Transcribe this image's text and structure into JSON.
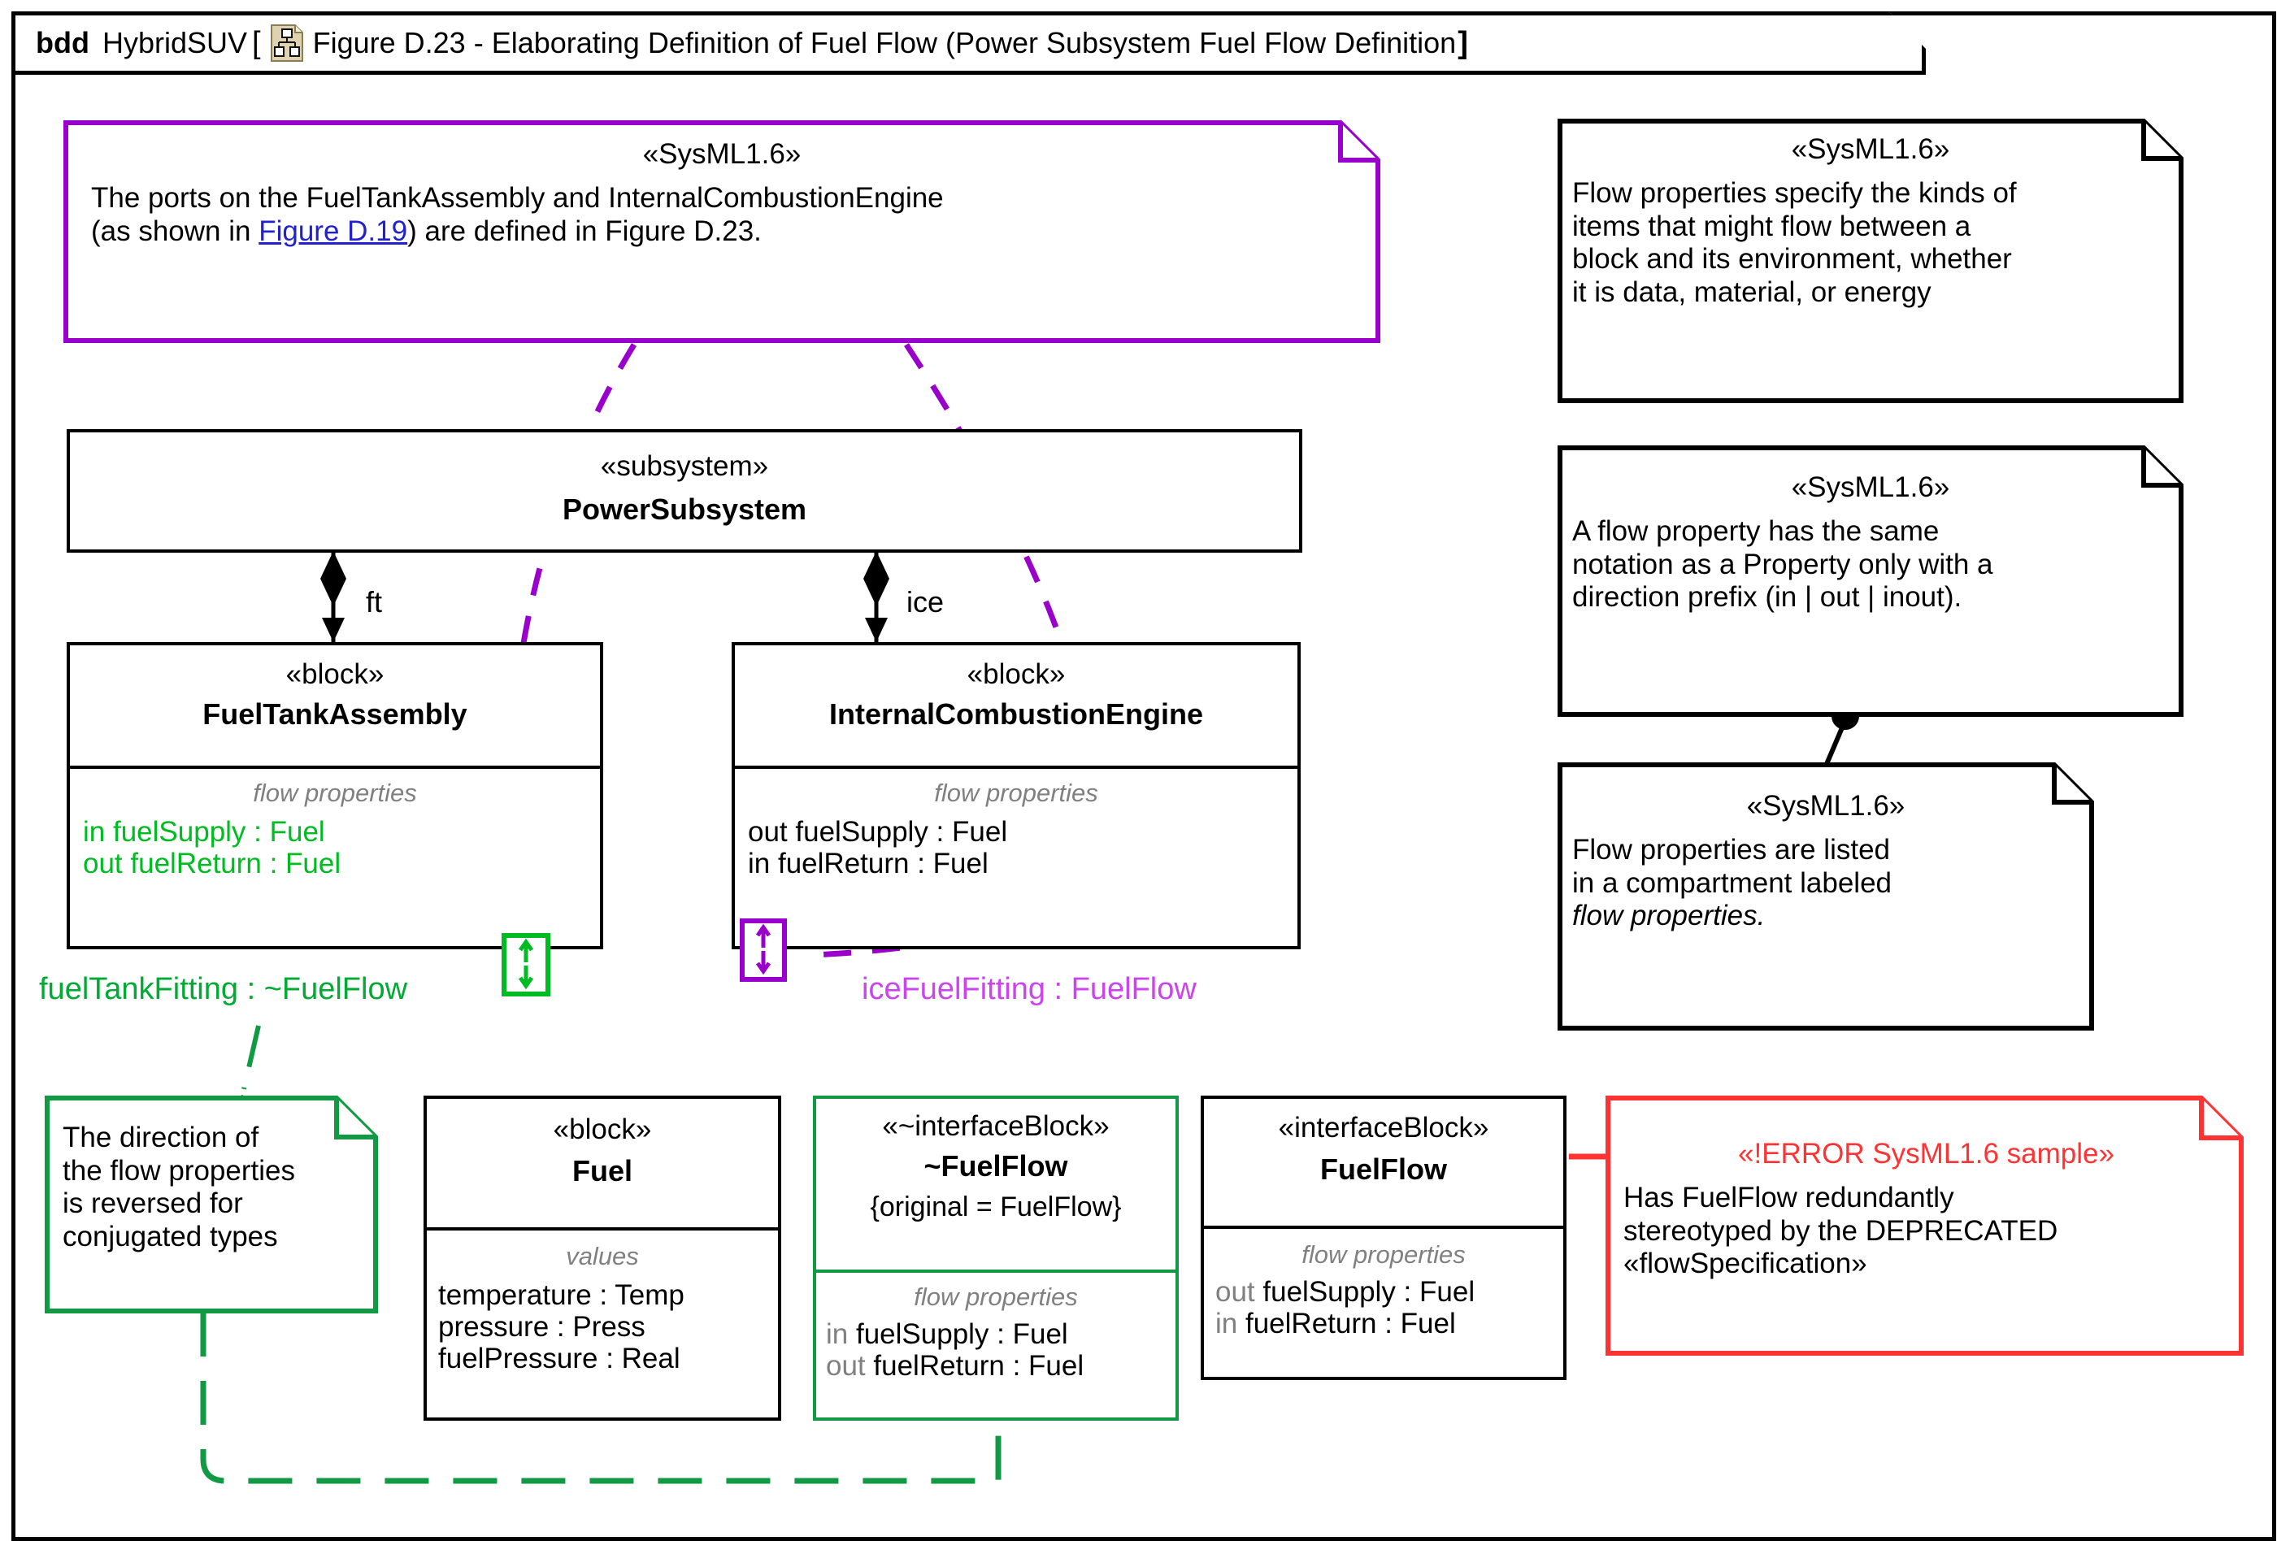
{
  "header": {
    "kind": "bdd",
    "model": "HybridSUV",
    "bracket_open": "[",
    "icon": "bdd-diagram-icon",
    "title": "Figure D.23 - Elaborating Definition of Fuel Flow (Power Subsystem Fuel Flow Definition",
    "bracket_close": "]"
  },
  "colors": {
    "purple": "#9900cc",
    "magenta": "#cc44ee",
    "green_bright": "#00bb22",
    "green_note": "#119944",
    "red": "#ff3333",
    "gray": "#808080",
    "black": "#000000",
    "link_blue": "#2222cc"
  },
  "notes": {
    "ports_note": {
      "stereotype": "«SysML1.6»",
      "line1_a": "The ports on the FuelTankAssembly and InternalCombustionEngine",
      "line2_a": "(as shown in ",
      "line2_link": "Figure D.19",
      "line2_b": ") are defined in Figure D.23."
    },
    "flow_kinds": {
      "stereotype": "«SysML1.6»",
      "l1": "Flow properties specify the kinds of",
      "l2": "items that might flow between a",
      "l3": "block and its environment, whether",
      "l4": "it is data, material, or energy"
    },
    "flow_notation": {
      "stereotype": "«SysML1.6»",
      "l1": "A flow property has the same",
      "l2": "notation as a Property only with a",
      "l3": "direction prefix (in | out | inout)."
    },
    "flow_compartment": {
      "stereotype": "«SysML1.6»",
      "l1": "Flow properties are listed",
      "l2": "in a compartment labeled",
      "l3_italic": "flow properties."
    },
    "conjugated": {
      "l1": "The direction of",
      "l2": "the flow properties",
      "l3": "is reversed for",
      "l4": "conjugated types"
    },
    "error": {
      "stereotype": "«!ERROR SysML1.6 sample»",
      "l1": "Has FuelFlow redundantly",
      "l2": "stereotyped by the DEPRECATED",
      "l3": "«flowSpecification»"
    }
  },
  "blocks": {
    "power_subsystem": {
      "stereotype": "«subsystem»",
      "name": "PowerSubsystem"
    },
    "fuel_tank_assembly": {
      "stereotype": "«block»",
      "name": "FuelTankAssembly",
      "compartment_label": "flow properties",
      "properties": [
        {
          "dir": "in",
          "text": "fuelSupply : Fuel"
        },
        {
          "dir": "out",
          "text": "fuelReturn : Fuel"
        }
      ],
      "port_label": "fuelTankFitting : ~FuelFlow"
    },
    "internal_combustion_engine": {
      "stereotype": "«block»",
      "name": "InternalCombustionEngine",
      "compartment_label": "flow properties",
      "properties": [
        {
          "dir": "out",
          "text": "fuelSupply : Fuel"
        },
        {
          "dir": "in",
          "text": "fuelReturn : Fuel"
        }
      ],
      "port_label": "iceFuelFitting : FuelFlow"
    },
    "fuel": {
      "stereotype": "«block»",
      "name": "Fuel",
      "compartment_label": "values",
      "properties": [
        "temperature : Temp",
        "pressure : Press",
        "fuelPressure : Real"
      ]
    },
    "conj_fuel_flow": {
      "stereotype": "«~interfaceBlock»",
      "name": "~FuelFlow",
      "constraint": "{original = FuelFlow}",
      "compartment_label": "flow properties",
      "properties": [
        {
          "dir": "in",
          "text": "fuelSupply : Fuel"
        },
        {
          "dir": "out",
          "text": "fuelReturn : Fuel"
        }
      ]
    },
    "fuel_flow": {
      "stereotype": "«interfaceBlock»",
      "name": "FuelFlow",
      "compartment_label": "flow properties",
      "properties": [
        {
          "dir": "out",
          "text": "fuelSupply : Fuel"
        },
        {
          "dir": "in",
          "text": "fuelReturn : Fuel"
        }
      ]
    }
  },
  "associations": {
    "ft_role": "ft",
    "ice_role": "ice"
  }
}
